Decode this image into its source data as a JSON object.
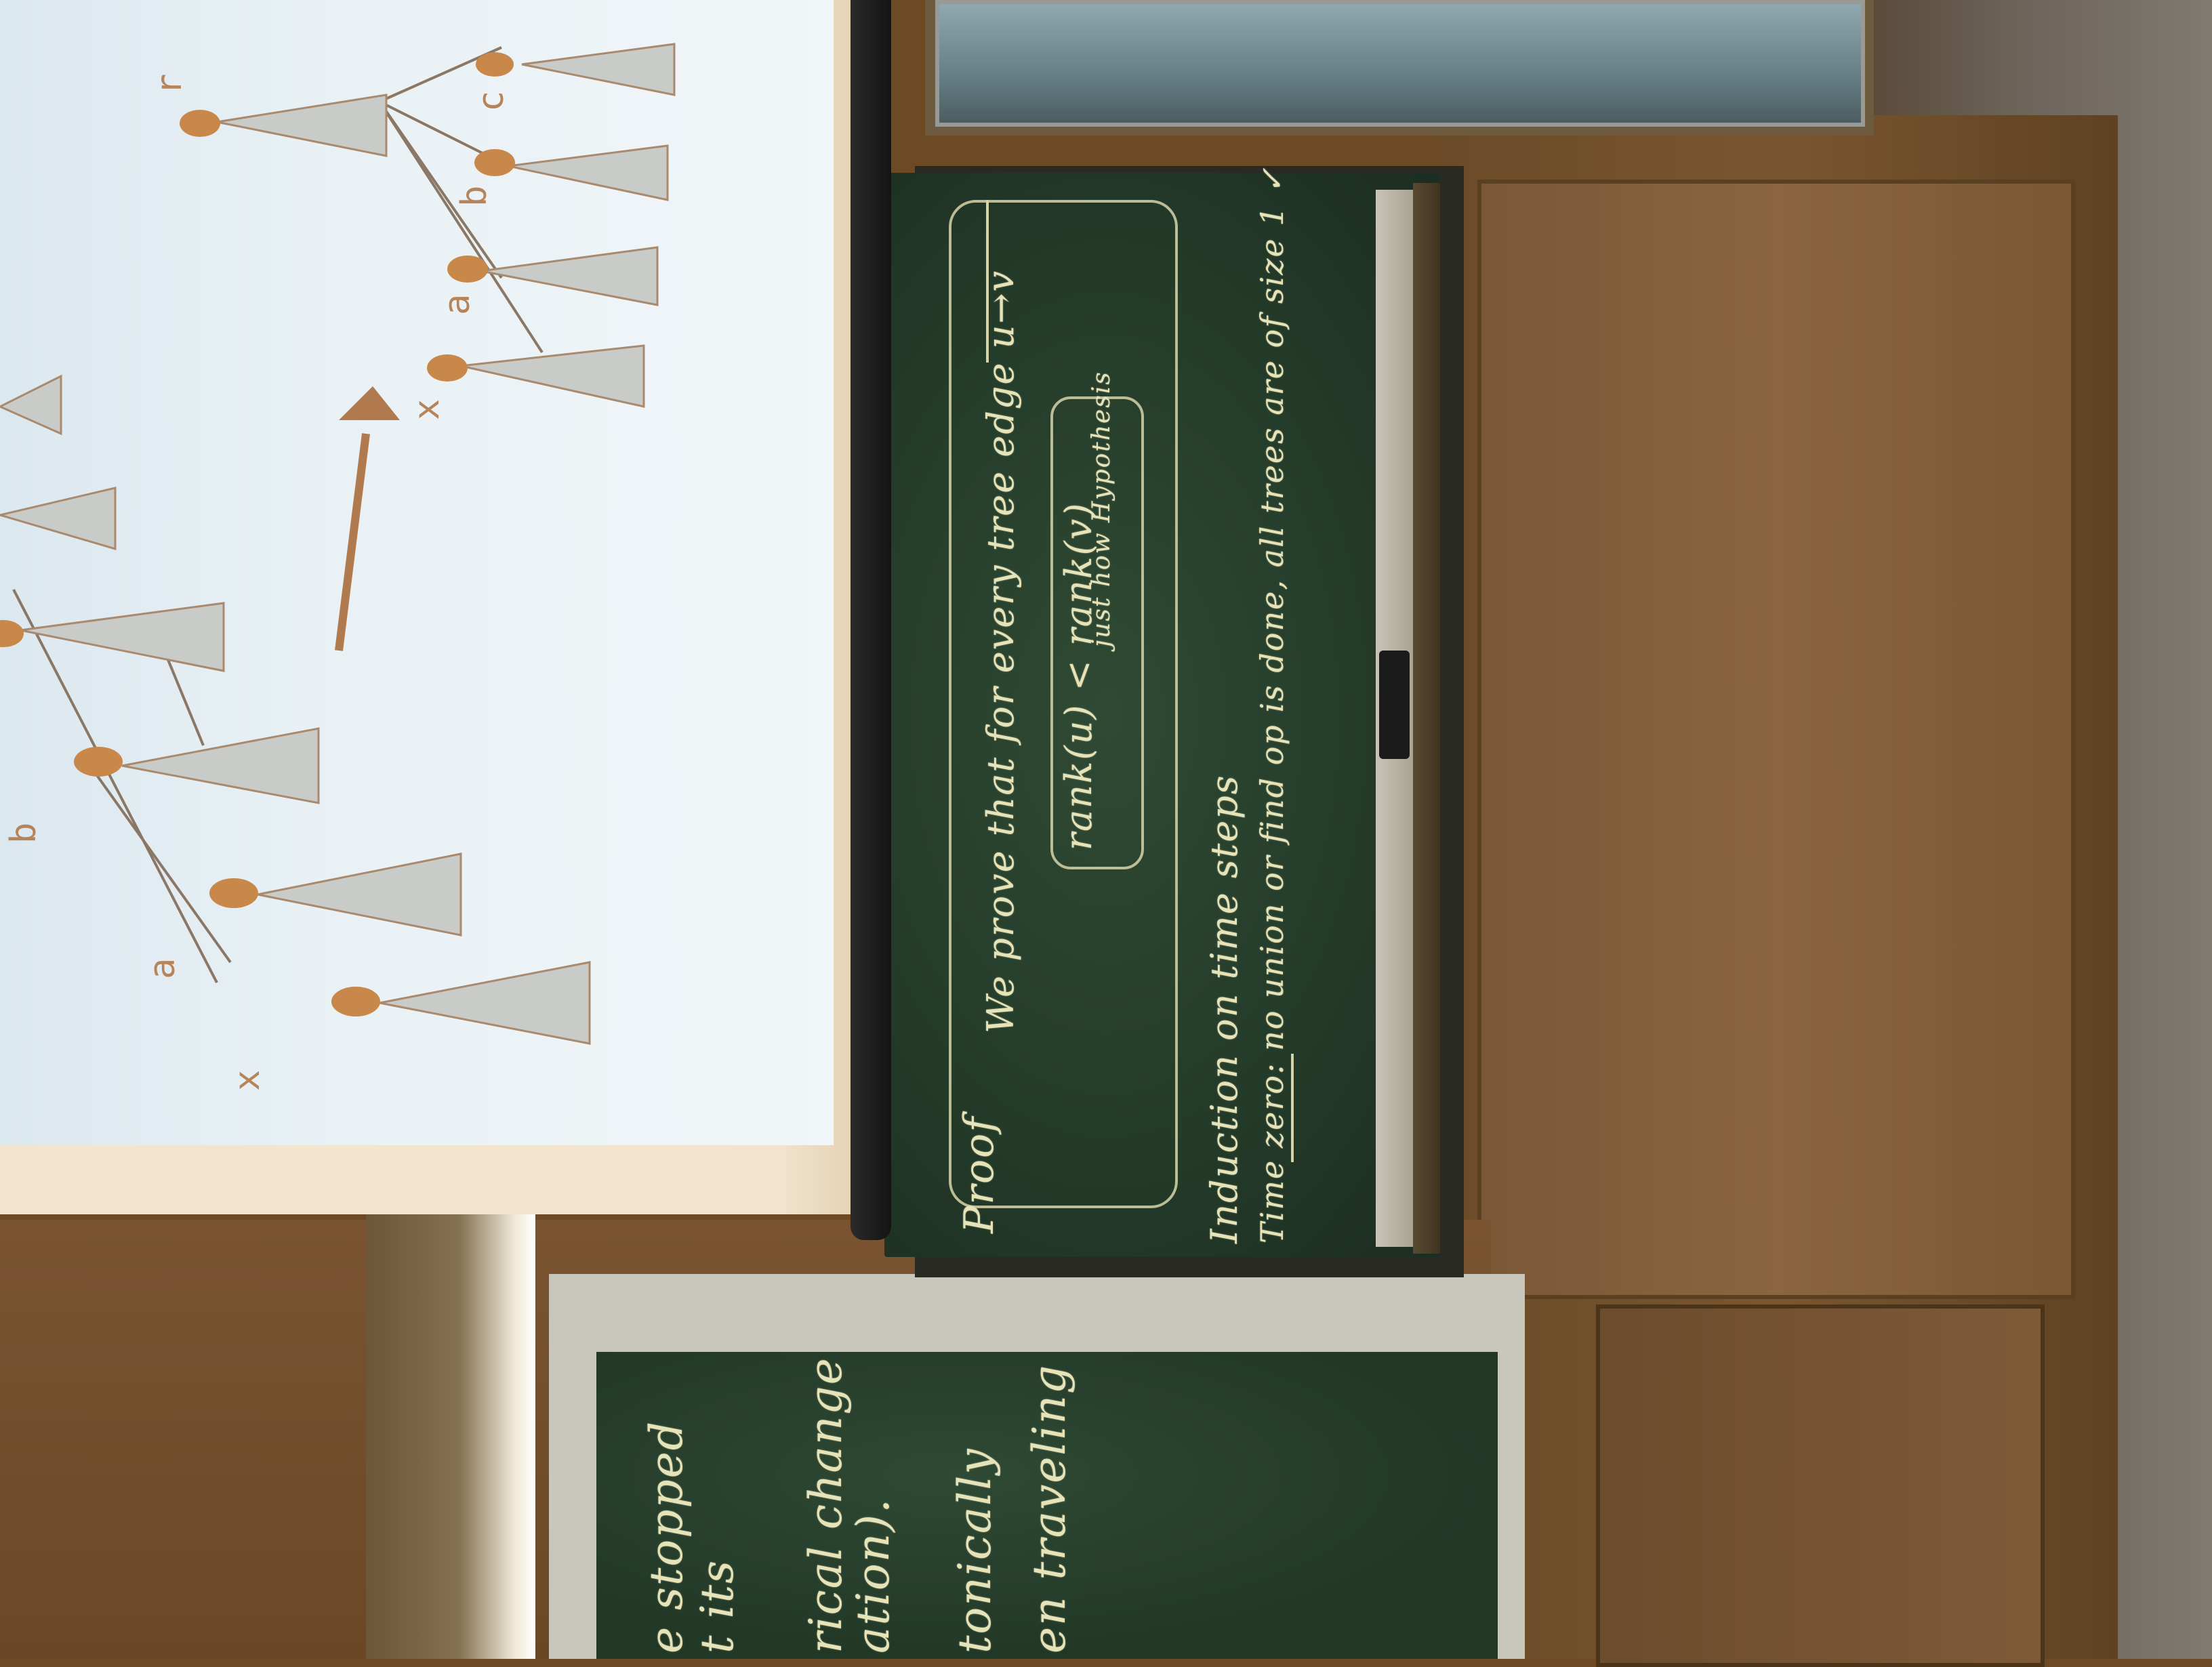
{
  "slide": {
    "labels": {
      "r": "r",
      "a_left": "a",
      "b_left": "b",
      "x_left": "x",
      "x_right": "x",
      "a_right": "a",
      "b_right": "b",
      "c_right": "c"
    },
    "colors": {
      "node": "#c8884a",
      "triangle_fill": "#c9cbc8",
      "triangle_stroke": "#a98a6e",
      "edge": "#8a7766",
      "arrow": "#b07a4e"
    }
  },
  "board_main": {
    "lines": [
      "Proof",
      "We prove that for every tree edge u→v",
      "rank(u) < rank(v)",
      "just how Hypothesis",
      "Induction on time steps",
      "Time zero: no union or find op is done, all trees are of size 1 ✓"
    ]
  },
  "board_secondary": {
    "lines": [
      "e stopped",
      "t its",
      "rical change",
      "ation).",
      "tonically",
      "en traveling"
    ]
  }
}
